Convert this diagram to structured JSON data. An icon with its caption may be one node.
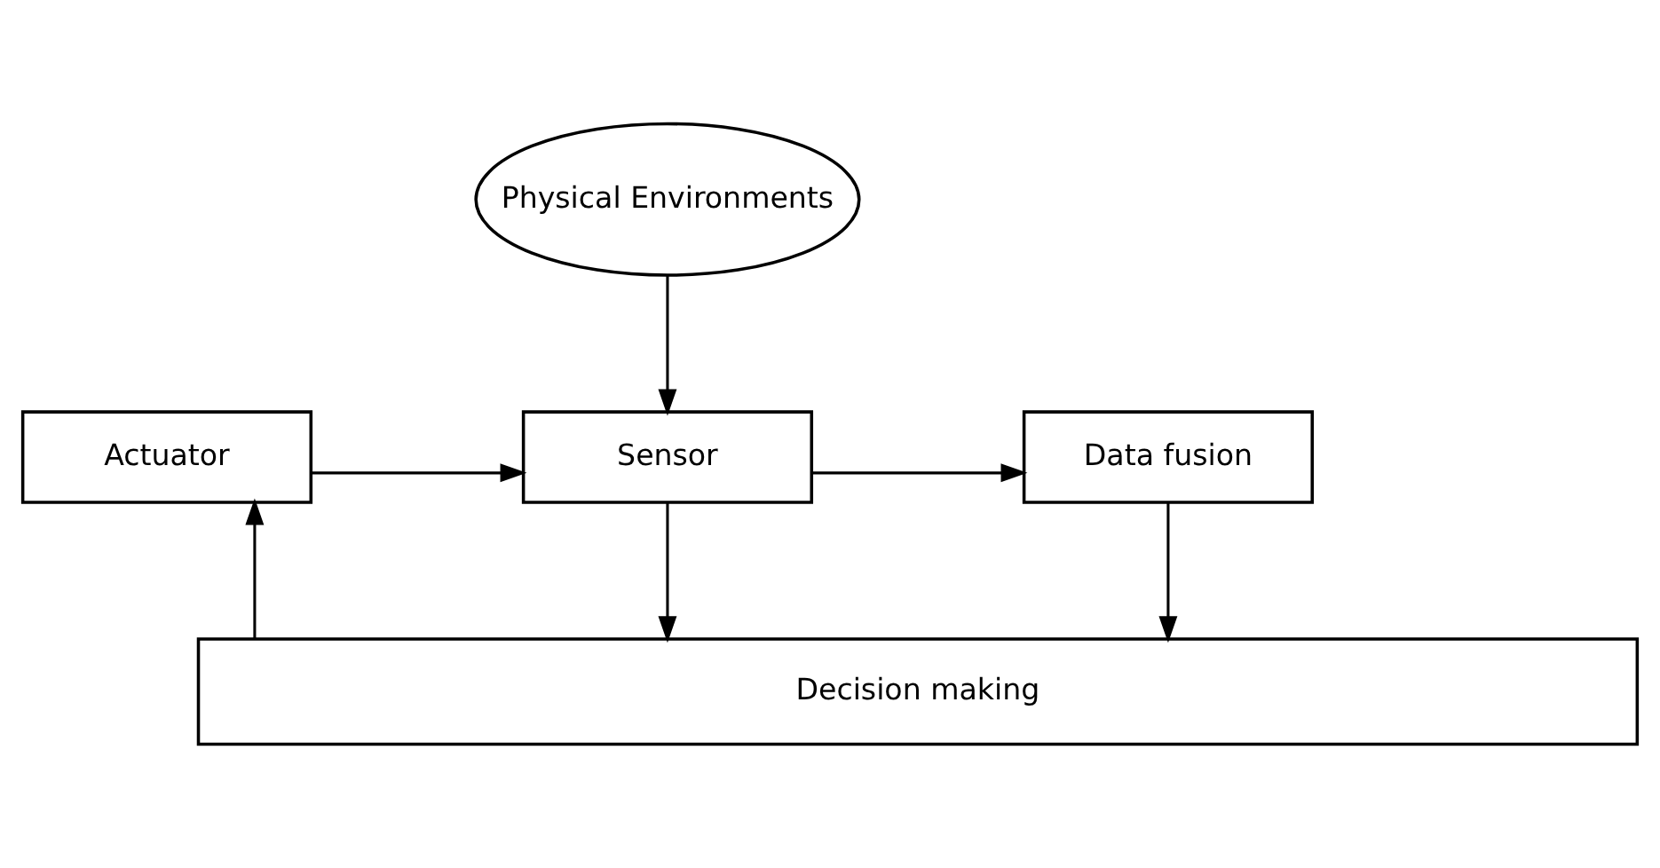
{
  "diagram": {
    "nodes": [
      {
        "text": [
          "Physical Environments"
        ]
      },
      {
        "text": [
          "Actuator"
        ]
      },
      {
        "text": [
          "Sensor"
        ]
      },
      {
        "text": [
          "Data fusion"
        ]
      },
      {
        "text": [
          "Decision making"
        ]
      }
    ],
    "edges": [
      {
        "from": 0,
        "to": 2,
        "arrow": "to"
      },
      {
        "from": 1,
        "to": 2,
        "arrow": "to"
      },
      {
        "from": 2,
        "to": 3,
        "arrow": "to"
      },
      {
        "from": 2,
        "to": 4,
        "arrow": "to"
      },
      {
        "from": 3,
        "to": 4,
        "arrow": "to"
      },
      {
        "from": 4,
        "to": 1,
        "arrow": "to"
      }
    ]
  }
}
